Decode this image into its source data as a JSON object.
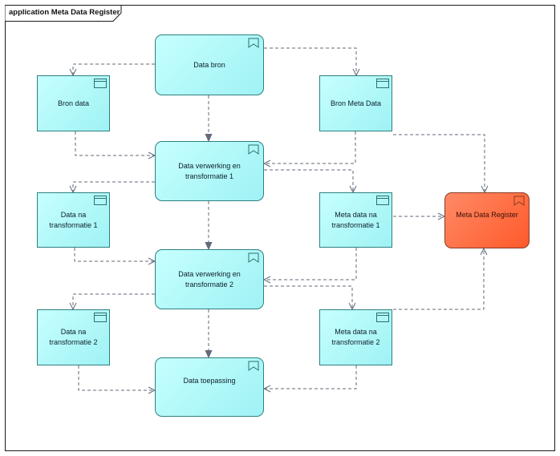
{
  "diagram": {
    "title": "application Meta Data Register"
  },
  "nodes": {
    "data_bron": {
      "label": "Data bron",
      "kind": "process"
    },
    "bron_data": {
      "label": "Bron data",
      "kind": "artifact"
    },
    "bron_meta_data": {
      "label": "Bron Meta Data",
      "kind": "artifact"
    },
    "data_verwerking_1": {
      "label": "Data verwerking en transformatie 1",
      "kind": "process"
    },
    "data_na_transformatie_1": {
      "label": "Data na transformatie 1",
      "kind": "artifact"
    },
    "meta_data_na_transformatie_1": {
      "label": "Meta data na transformatie 1",
      "kind": "artifact"
    },
    "meta_data_register": {
      "label": "Meta Data Register",
      "kind": "process"
    },
    "data_verwerking_2": {
      "label": "Data verwerking en transformatie 2",
      "kind": "process"
    },
    "data_na_transformatie_2": {
      "label": "Data na transformatie 2",
      "kind": "artifact"
    },
    "meta_data_na_transformatie_2": {
      "label": "Meta data na transformatie 2",
      "kind": "artifact"
    },
    "data_toepassing": {
      "label": "Data toepassing",
      "kind": "process"
    }
  },
  "colors": {
    "node_fill": "#aef6f8",
    "node_border": "#2f7f7f",
    "register_fill": "#ff6a3d",
    "connector": "#606a7a",
    "frame": "#1a1a1a"
  },
  "icons": {
    "artifact_badge": "artifact-icon",
    "process_badge": "process-icon",
    "register_badge": "process-icon"
  }
}
